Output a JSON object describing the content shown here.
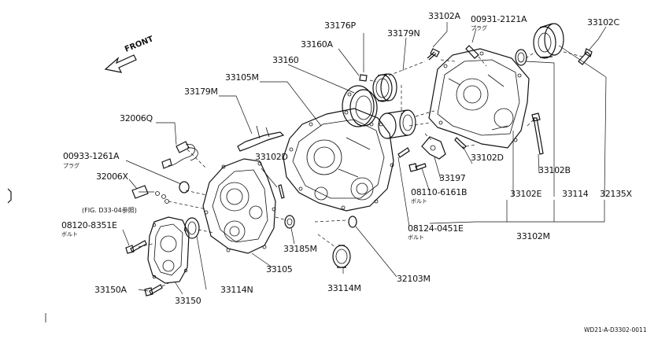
{
  "front_label": "FRONT",
  "diagram_code": "WD21-A-D3302-0011",
  "parts": {
    "p33176P": "33176P",
    "p33179N": "33179N",
    "p33102A": "33102A",
    "p00931": "00931-2121A",
    "p00931_sub": "プラグ",
    "p33102C": "33102C",
    "p33160A": "33160A",
    "p33160": "33160",
    "p33105M": "33105M",
    "p33179M": "33179M",
    "p32006Q": "32006Q",
    "p00933": "00933-1261A",
    "p00933_sub": "プラグ",
    "p32006X": "32006X",
    "fig_ref": "(FIG. D33-04参照)",
    "p08120": "08120-8351E",
    "p08120_sub": "ボルト",
    "p33102D_left": "33102D",
    "p33102D_right": "33102D",
    "p33197": "33197",
    "p08110": "08110-6161B",
    "p08110_sub": "ボルト",
    "p08124": "08124-0451E",
    "p08124_sub": "ボルト",
    "p33102B": "33102B",
    "p33102E": "33102E",
    "p33114": "33114",
    "p32135X": "32135X",
    "p33102M": "33102M",
    "p33185M": "33185M",
    "p33105": "33105",
    "p33114N": "33114N",
    "p33114M": "33114M",
    "p32103M": "32103M",
    "p33150A": "33150A",
    "p33150": "33150"
  }
}
